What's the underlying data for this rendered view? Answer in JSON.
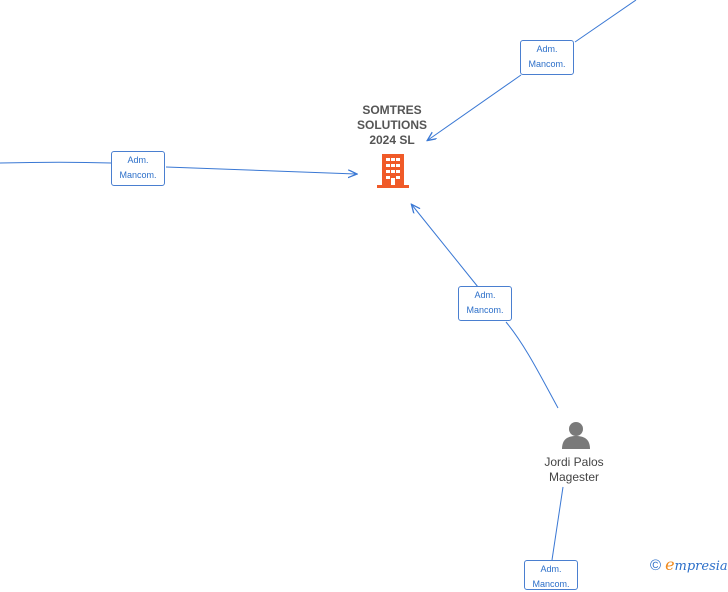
{
  "company": {
    "name_lines": [
      "SOMTRES",
      "SOLUTIONS",
      "2024  SL"
    ],
    "icon": "building-icon",
    "icon_color": "#f05a28"
  },
  "person": {
    "name_lines": [
      "Jordi Palos",
      "Magester"
    ],
    "icon": "person-icon",
    "icon_color": "#7a7a7a"
  },
  "edges": [
    {
      "label_lines": [
        "Adm.",
        "Mancom."
      ]
    },
    {
      "label_lines": [
        "Adm.",
        "Mancom."
      ]
    },
    {
      "label_lines": [
        "Adm.",
        "Mancom."
      ]
    },
    {
      "label_lines": [
        "Adm.",
        "Mancom."
      ]
    }
  ],
  "line_color": "#3a78d4",
  "brand": {
    "copyright": "©",
    "mark": "e",
    "word": "mpresia"
  }
}
